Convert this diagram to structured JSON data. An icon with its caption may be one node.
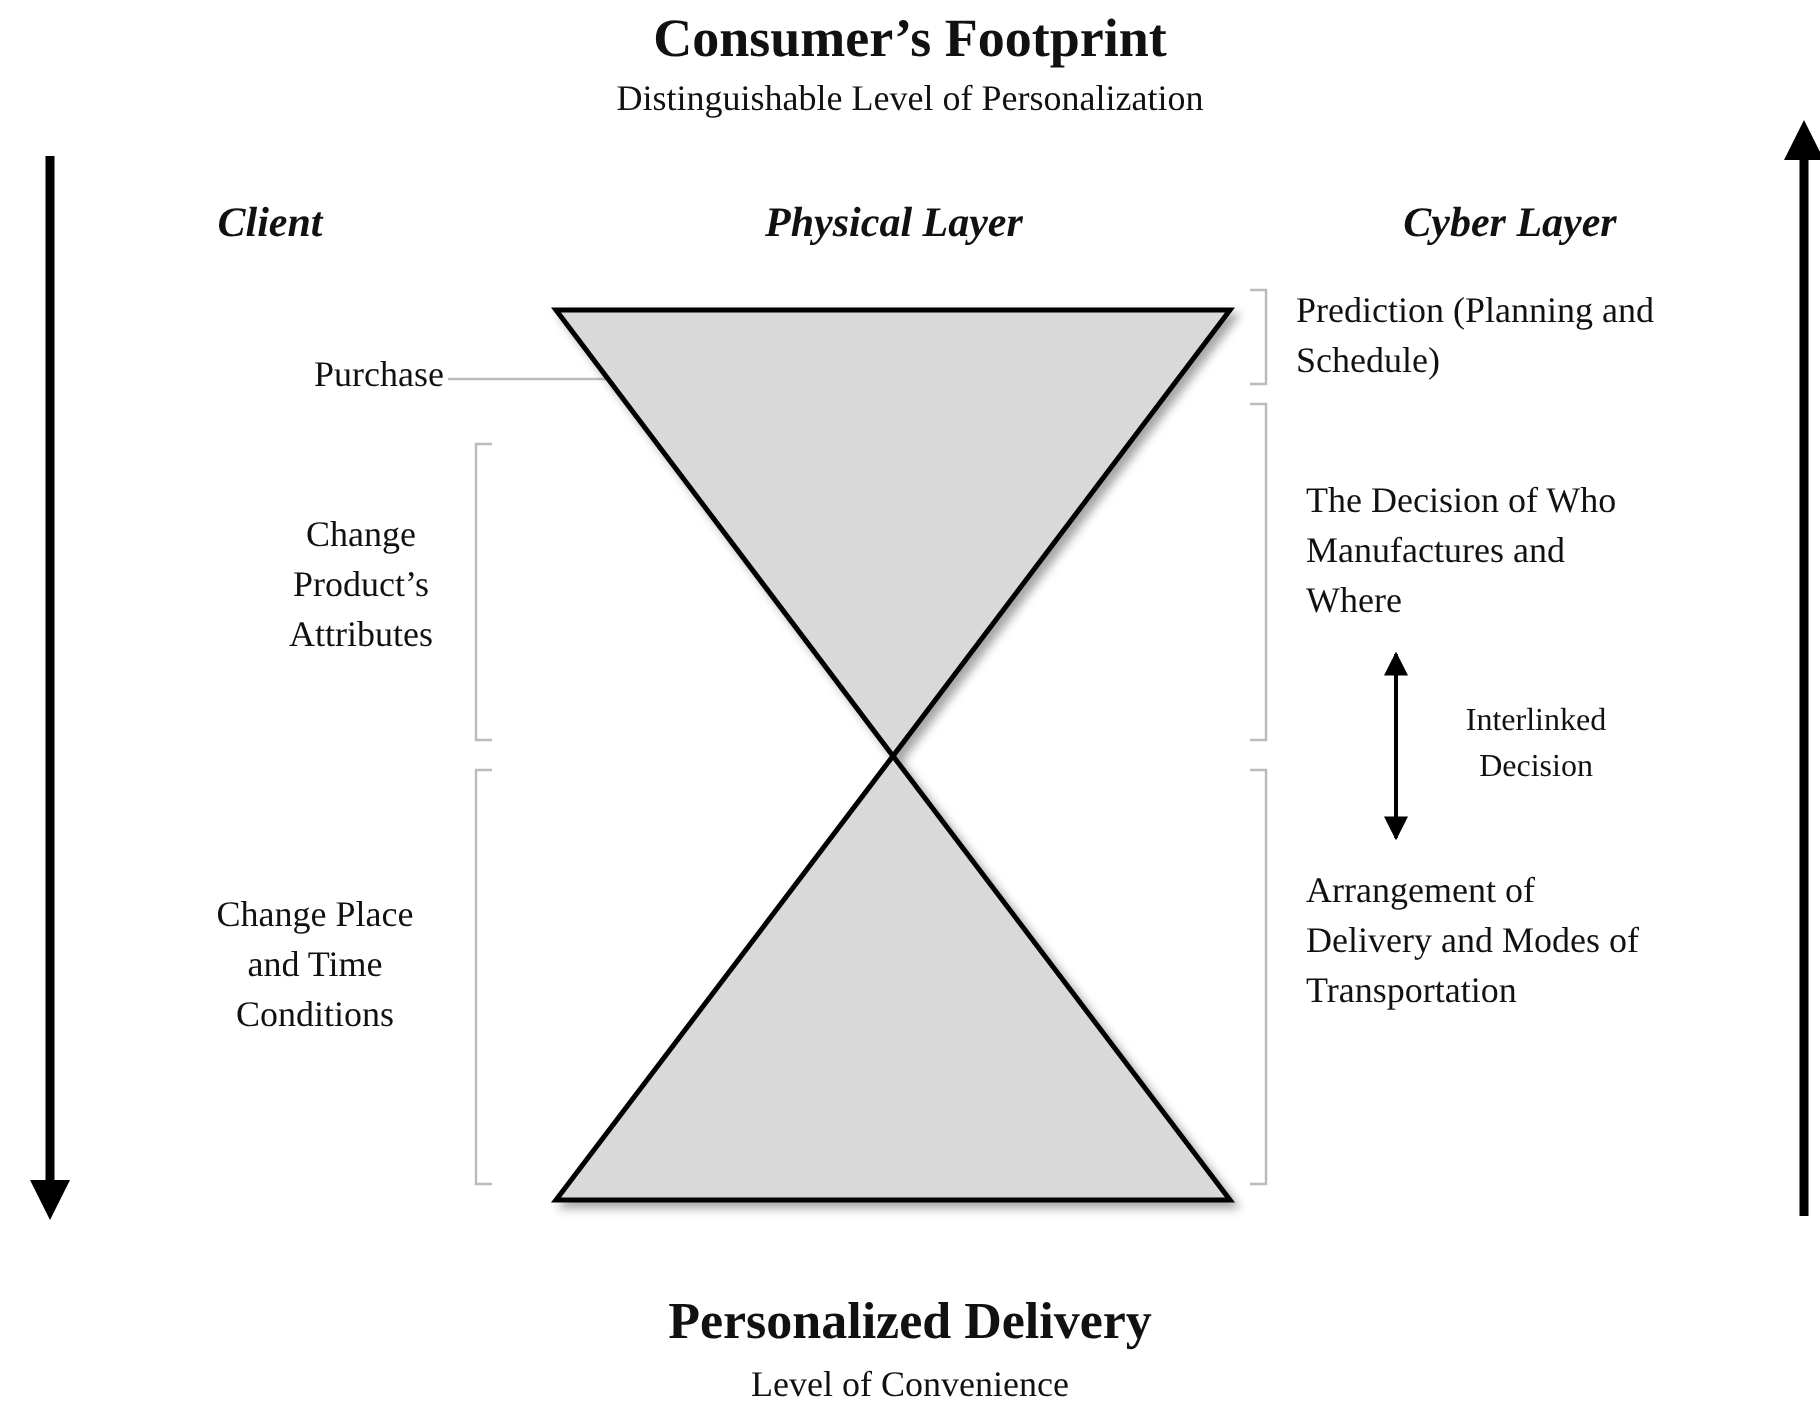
{
  "diagram": {
    "title": "Consumer’s Footprint",
    "nodes": [
      {
        "text": [],
        "shape": "triangle"
      },
      {
        "text": [],
        "shape": "triangle"
      },
      {
        "text": [
          "Purchase"
        ]
      },
      {
        "text": [
          "The Decision of Who Manufactures and Where"
        ]
      },
      {
        "text": [
          "Arrangement of Delivery and Modes of Transportation"
        ]
      }
    ],
    "edges": [
      {
        "from": 2,
        "to": 0,
        "arrow": "none"
      },
      {
        "from": 3,
        "to": 4,
        "arrow": "both",
        "label": "Interlinked Decision",
        "color": "#000000"
      }
    ],
    "labels": [
      "Distinguishable Level of Personalization",
      "Client",
      "Physical Layer",
      "Cyber Layer",
      "Prediction (Planning and Schedule)",
      "Change Product’s Attributes",
      "Change Place and Time Conditions",
      "Personalized Delivery",
      "Level of Convenience"
    ]
  }
}
